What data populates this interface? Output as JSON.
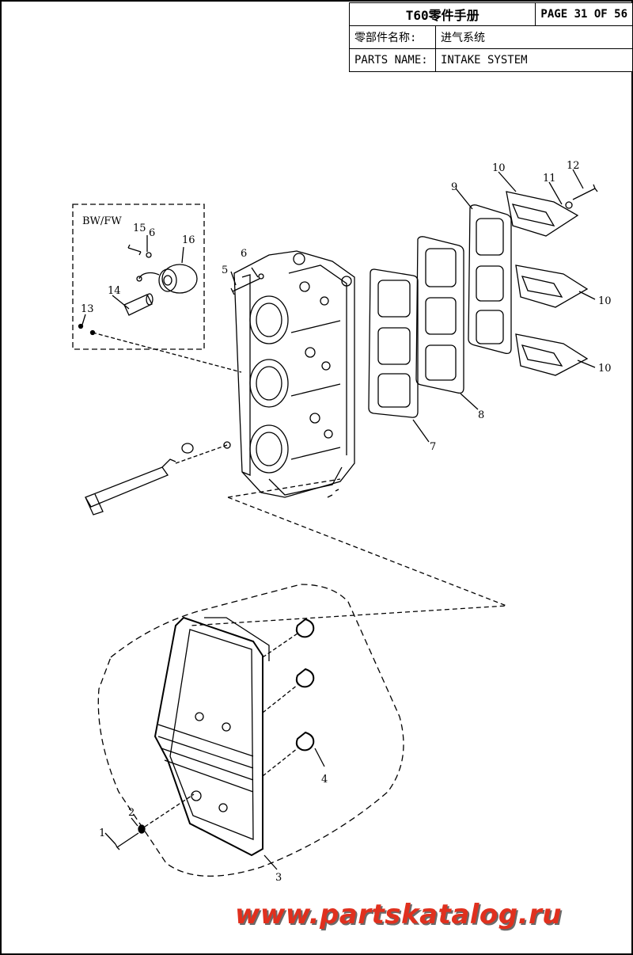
{
  "header": {
    "title": "T60零件手册",
    "page": "PAGE 31 OF 56",
    "cn_label": "零部件名称:",
    "cn_value": "进气系统",
    "en_label": "PARTS NAME:",
    "en_value": "INTAKE SYSTEM"
  },
  "variant_box": {
    "label": "BW/FW"
  },
  "callouts": [
    "1",
    "2",
    "3",
    "4",
    "5",
    "6",
    "6",
    "7",
    "8",
    "9",
    "10",
    "10",
    "10",
    "11",
    "12",
    "13",
    "14",
    "15",
    "16"
  ],
  "watermark": "www.partskatalog.ru",
  "colors": {
    "line": "#000000",
    "watermark": "#e0301e",
    "watermark_shadow": "#6a6a6a"
  }
}
